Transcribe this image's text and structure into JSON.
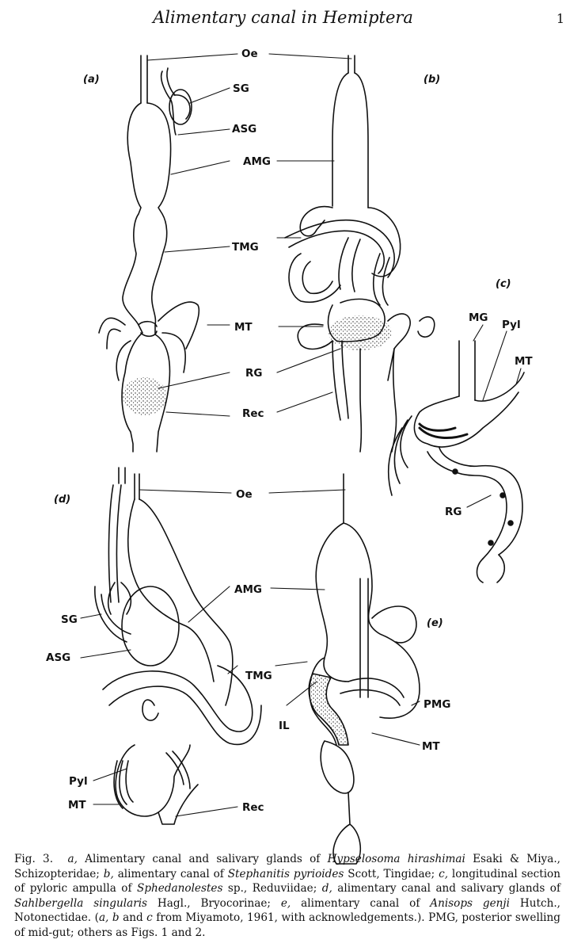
{
  "header": {
    "title": "Alimentary canal in Hemiptera",
    "page_number": "1"
  },
  "panels": {
    "a": "(a)",
    "b": "(b)",
    "c": "(c)",
    "d": "(d)",
    "e": "(e)"
  },
  "labels": {
    "oe_top": "Oe",
    "sg_a": "SG",
    "asg_a": "ASG",
    "amg_a": "AMG",
    "tmg_a": "TMG",
    "mt_a": "MT",
    "rg_a": "RG",
    "rec_a": "Rec",
    "mg_c": "MG",
    "pyl_c": "Pyl",
    "mt_c": "MT",
    "rg_c": "RG",
    "oe_bottom": "Oe",
    "amg_d": "AMG",
    "sg_d": "SG",
    "asg_d": "ASG",
    "tmg_d": "TMG",
    "pyl_d": "Pyl",
    "mt_d": "MT",
    "rec_d": "Rec",
    "pmg_e": "PMG",
    "il_e": "IL",
    "mt_e": "MT"
  },
  "caption": {
    "fig": "Fig. 3.",
    "l_a": "a,",
    "t1": " Alimentary canal and salivary glands of ",
    "sp_a": "Hypselosoma hirashimai",
    "t2": " Esaki & Miya., Schizopteridae; ",
    "l_b": "b,",
    "t3": " alimentary canal of ",
    "sp_b": "Stephanitis pyrioides",
    "t4": " Scott, Tingidae; ",
    "l_c": "c,",
    "t5": " longitudinal section of pyloric ampulla of ",
    "sp_c": "Sphedanolestes",
    "t6": " sp., Reduviidae; ",
    "l_d": "d,",
    "t7": " alimentary canal and salivary glands of ",
    "sp_d": "Sahlbergella singularis",
    "t8": " Hagl., Bryocorinae; ",
    "l_e": "e,",
    "t9": " alimentary canal of ",
    "sp_e": "Anisops genji",
    "t10": " Hutch., Notonectidae. (",
    "l_abc": "a, b",
    "t11": " and ",
    "l_c2": "c",
    "t12": " from Miyamoto, 1961, with acknowledgements.). PMG, posterior swelling of mid-gut; others as Figs. 1 and 2."
  }
}
